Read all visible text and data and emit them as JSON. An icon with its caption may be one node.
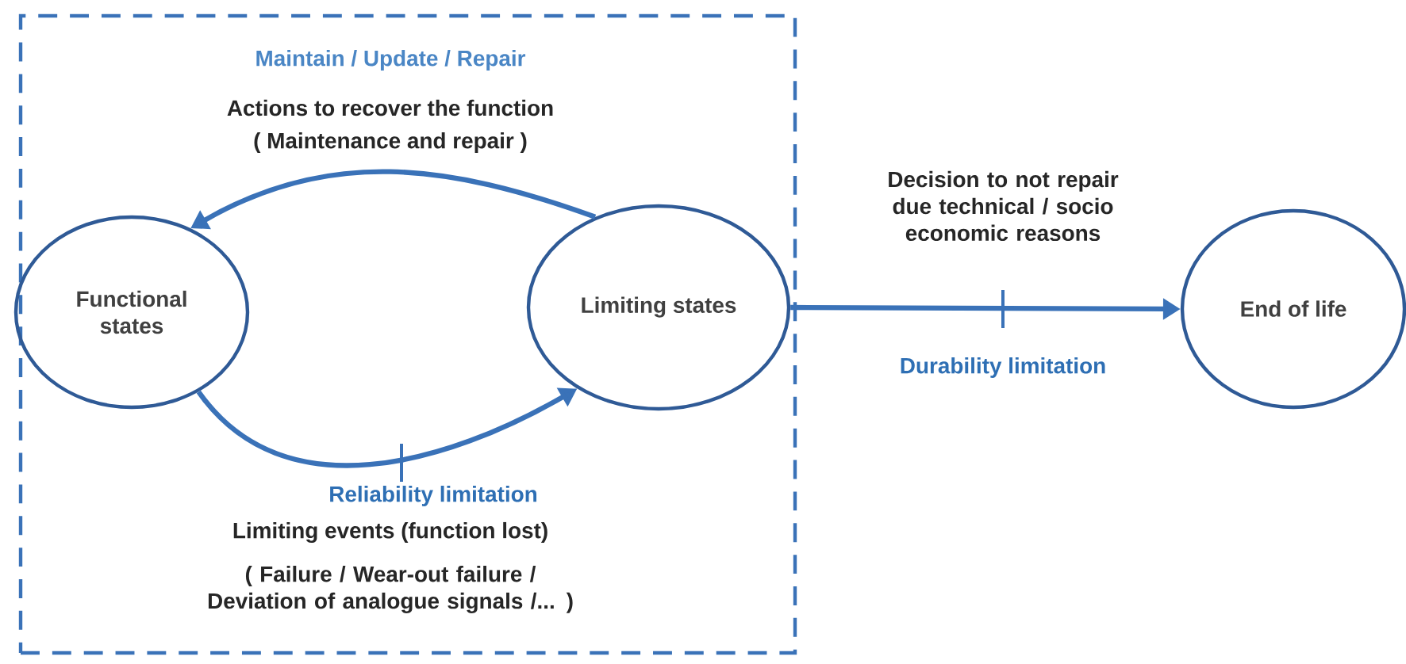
{
  "diagram": {
    "nodes": [
      {
        "text": [],
        "shape": "box"
      },
      {
        "text": [
          "Functional states"
        ],
        "in": 0
      },
      {
        "text": [
          "Limiting states"
        ],
        "in": 0
      },
      {
        "text": [
          "End of life"
        ]
      }
    ],
    "edges": [
      {
        "from": 2,
        "to": 1,
        "arrow": "to",
        "label": "Maintain / Update / Repair"
      },
      {
        "from": 1,
        "to": 2,
        "arrow": "to",
        "label": "Reliability limitation"
      },
      {
        "from": 2,
        "to": 3,
        "arrow": "to",
        "label": "Durability limitation"
      }
    ],
    "labels": [
      "Actions to recover the function",
      "( Maintenance and repair )",
      "Limiting events (function lost)",
      "( Failure / Wear-out failure / Deviation of analogue signals /... )",
      "Decision to not repair due technical / socio economic reasons"
    ]
  }
}
